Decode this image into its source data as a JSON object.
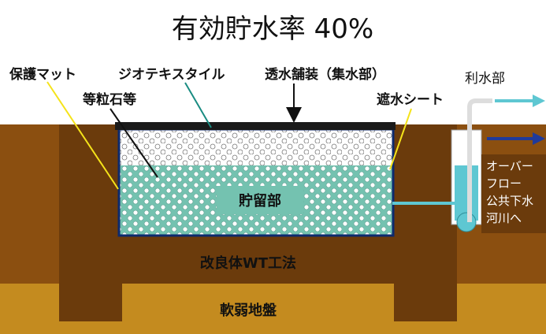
{
  "title": "有効貯水率 40%",
  "labels": {
    "hogo_mat": "保護マット",
    "geotextile": "ジオテキスタイル",
    "pavement": "透水舗装（集水部）",
    "gravel": "等粒石等",
    "use": "利水部",
    "sheet": "遮水シート",
    "storage": "貯留部",
    "method": "改良体WT工法",
    "ground": "軟弱地盤"
  },
  "side_text": [
    "オーバー",
    "フロー",
    "公共下水",
    "河川へ"
  ],
  "colors": {
    "soil": "#8b4f10",
    "deep_soil": "#c48b1f",
    "dark_soil": "#6b3b0c",
    "storage_fill": "#74c2b0",
    "gravel_fill": "#ffffff",
    "water": "#5ec7d2",
    "navy": "#0d2a6e"
  }
}
